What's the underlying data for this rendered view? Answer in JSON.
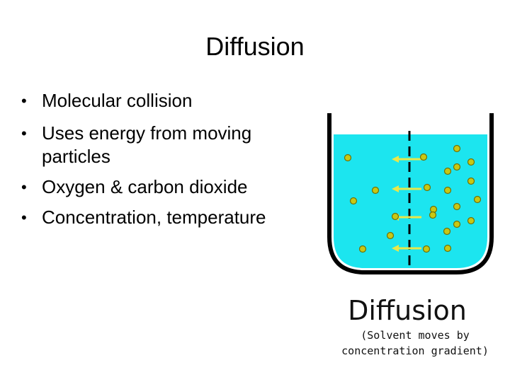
{
  "slide": {
    "title": "Diffusion",
    "bullets": [
      "Molecular collision",
      "Uses energy from moving particles",
      "Oxygen & carbon dioxide",
      "Concentration, temperature"
    ],
    "bullet_marker": "•"
  },
  "figure": {
    "title": "Diffusion",
    "caption_line1": "(Solvent moves by",
    "caption_line2": "concentration gradient)",
    "colors": {
      "water": "#1CE5EF",
      "particle": "#C8C814",
      "particle_outline": "#707006",
      "arrow": "#E8E84A",
      "container": "#000000"
    },
    "arrow_count": 4,
    "particle_count": {
      "left_side": 6,
      "right_side": 17
    }
  }
}
